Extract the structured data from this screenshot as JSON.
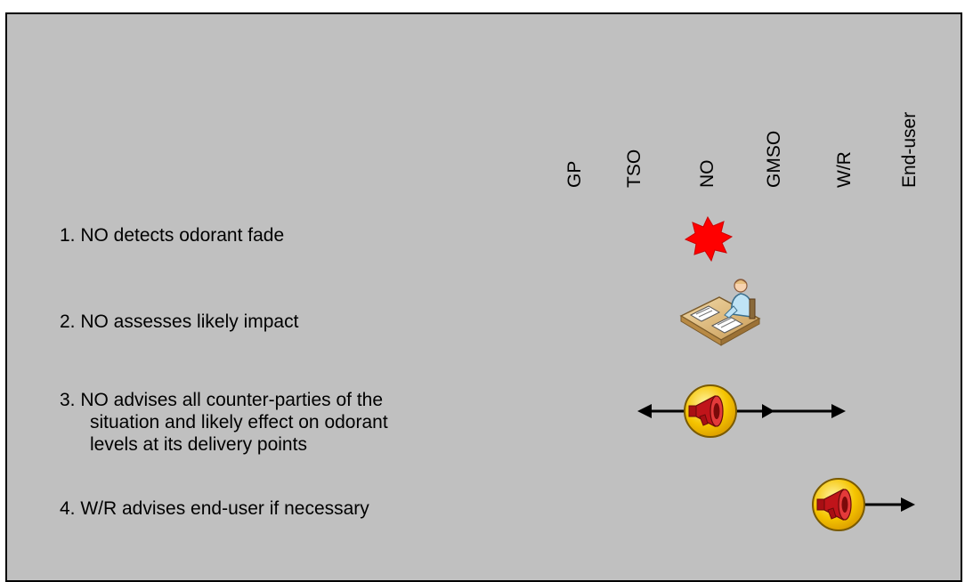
{
  "columns": [
    "GP",
    "TSO",
    "NO",
    "GMSO",
    "W/R",
    "End-user"
  ],
  "steps": [
    {
      "line1": "1. NO detects odorant fade",
      "line2": "",
      "line3": ""
    },
    {
      "line1": "2. NO assesses likely impact",
      "line2": "",
      "line3": ""
    },
    {
      "line1": "3. NO advises all counter-parties of the",
      "line2": "situation and likely effect on odorant",
      "line3": "levels at its delivery points"
    },
    {
      "line1": "4. W/R advises end-user if necessary",
      "line2": "",
      "line3": ""
    }
  ],
  "colors": {
    "background": "#c0c0c0",
    "alert_star": "#ff0000",
    "megaphone_badge": "#f5c400",
    "arrow": "#000000"
  },
  "icons": [
    "alert-star-icon",
    "person-at-desk-icon",
    "megaphone-icon",
    "megaphone-icon"
  ]
}
